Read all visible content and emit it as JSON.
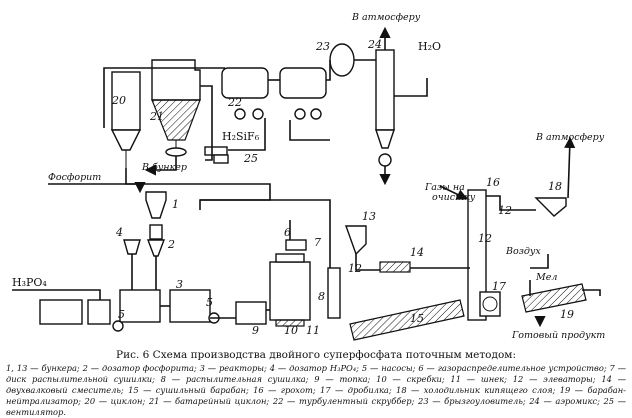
{
  "labels": {
    "atm_top": "В атмосферу",
    "atm_right": "В атмосферу",
    "h2o": "H₂O",
    "h2sif6": "H₂SiF₆",
    "to_bunker": "В бункер",
    "phosphorite": "Фосфорит",
    "h3po4": "H₃PO₄",
    "gases_cleaning_1": "Газы на",
    "gases_cleaning_2": "очистку",
    "air": "Воздух",
    "chalk": "Мел",
    "product": "Готовый продукт"
  },
  "numbers": [
    "1",
    "2",
    "3",
    "4",
    "5",
    "6",
    "7",
    "8",
    "9",
    "10",
    "11",
    "12",
    "13",
    "14",
    "15",
    "16",
    "17",
    "18",
    "19",
    "20",
    "21",
    "22",
    "23",
    "24",
    "25",
    "5",
    "12",
    "12"
  ],
  "caption": {
    "fig": "Рис. 6",
    "title": "Схема производства двойного суперфосфата поточным методом:",
    "legend": "1, 13 — бункера; 2 — дозатор фосфорита; 3 — реакторы; 4 — дозатор H₃PO₄; 5 — насосы; 6 — газораспределительное устройство; 7 — диск распылительной сушилки; 8 — распылительная сушилка; 9 — топка; 10 — скребки; 11 — шнек; 12 — элеваторы; 14 — двухвалковый смеситель; 15 — сушильный барабан; 16 — грохот; 17 — дробилка; 18 — холодильник кипящего слоя; 19 — барабан-нейтрализатор; 20 — циклон; 21 — батарейный циклон; 22 — турбулентный скруббер; 23 — брызгоуловитель; 24 — аэромикс; 25 — вентилятор."
  }
}
